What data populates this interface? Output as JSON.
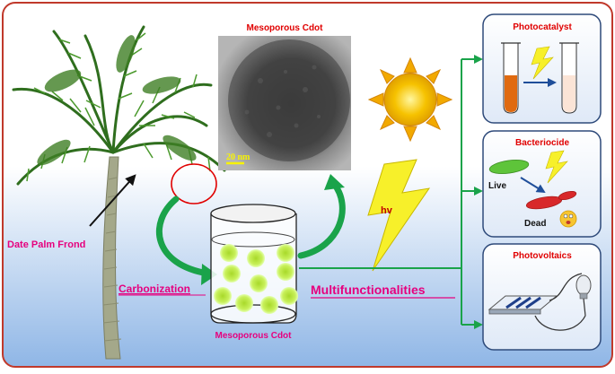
{
  "labels": {
    "tem_title": "Mesoporous Cdot",
    "scale_bar": "20 nm",
    "source_label": "Date Palm Frond",
    "process_label": "Carbonization",
    "beaker_label": "Mesoporous Cdot",
    "hv": "hv",
    "center_label": "Multifunctionalities"
  },
  "applications": [
    {
      "title": "Photocatalyst"
    },
    {
      "title": "Bacteriocide",
      "live": "Live",
      "dead": "Dead"
    },
    {
      "title": "Photovoltaics"
    }
  ],
  "icons": [
    "palm-tree-icon",
    "sun-icon",
    "lightning-icon",
    "beaker-icon",
    "test-tube-icon",
    "bacteria-icon",
    "solar-cell-icon",
    "light-bulb-icon",
    "emoji-face-icon"
  ],
  "colors": {
    "frame_border": "#c0392b",
    "label_pink": "#e6007e",
    "title_red": "#e00000",
    "arrow_green": "#1aa34a",
    "panel_border": "#2e4a7a",
    "dot_fill": "#c8f05a"
  }
}
